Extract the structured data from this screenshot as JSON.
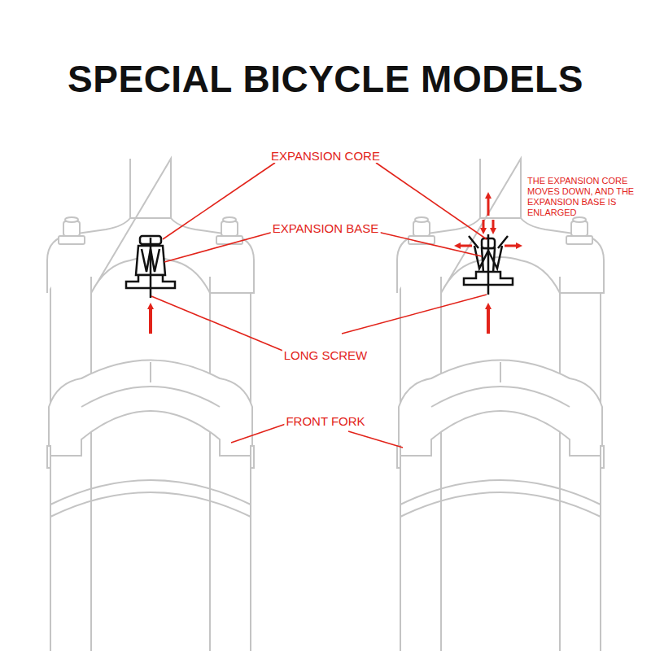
{
  "diagram": {
    "title": "SPECIAL BICYCLE MODELS",
    "labels": [
      "EXPANSION CORE",
      "EXPANSION BASE",
      "LONG SCREW",
      "FRONT FORK",
      "THE EXPANSION CORE MOVES DOWN, AND THE EXPANSION BASE IS ENLARGED"
    ]
  }
}
